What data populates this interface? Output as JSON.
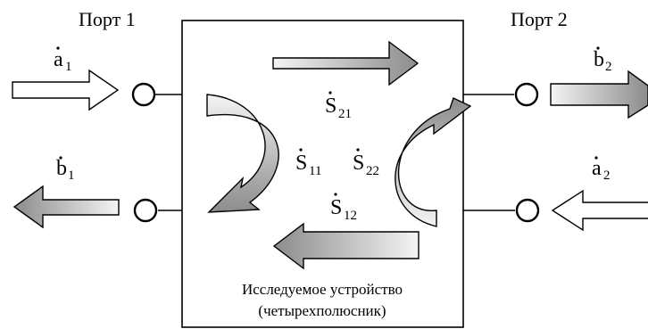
{
  "ports": {
    "port1": "Порт 1",
    "port2": "Порт 2"
  },
  "waves": {
    "a1": {
      "base": "a",
      "sub": "1"
    },
    "b1": {
      "base": "b",
      "sub": "1"
    },
    "a2": {
      "base": "a",
      "sub": "2"
    },
    "b2": {
      "base": "b",
      "sub": "2"
    }
  },
  "s_params": {
    "s21": {
      "base": "S",
      "sub": "21"
    },
    "s11": {
      "base": "S",
      "sub": "11"
    },
    "s22": {
      "base": "S",
      "sub": "22"
    },
    "s12": {
      "base": "S",
      "sub": "12"
    }
  },
  "device": {
    "line1": "Исследуемое устройство",
    "line2": "(четырехполюсник)"
  },
  "colors": {
    "outline": "#000000",
    "arrow_gray_dark": "#8f8f8f",
    "arrow_gray_light": "#f2f2f2"
  }
}
